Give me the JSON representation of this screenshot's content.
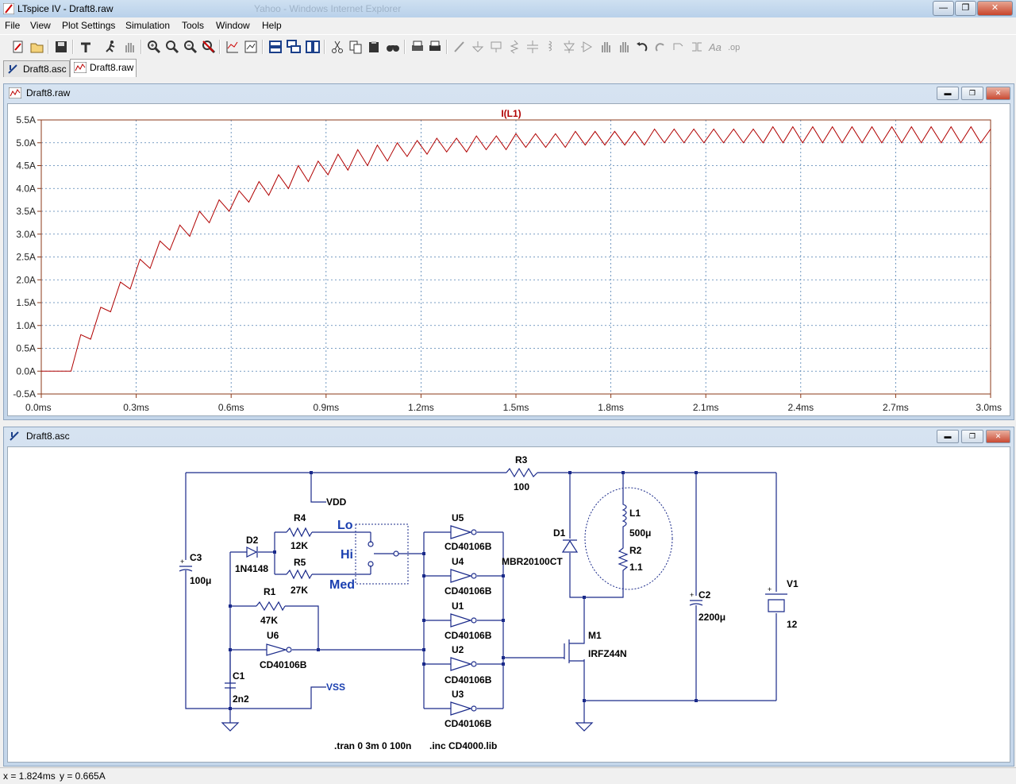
{
  "window": {
    "title": "LTspice IV - Draft8.raw",
    "ghost_title": "Yahoo - Windows Internet Explorer"
  },
  "menu": [
    "File",
    "View",
    "Plot Settings",
    "Simulation",
    "Tools",
    "Window",
    "Help"
  ],
  "toolbar_icons": [
    "new-schematic-icon",
    "open-icon",
    "save-icon",
    "control-panel-icon",
    "run-icon",
    "halt-icon",
    "zoom-in-icon",
    "zoom-out-icon",
    "zoom-area-icon",
    "zoom-cancel-icon",
    "autorange-icon",
    "plot-settings-icon",
    "tile-horizontal-icon",
    "cascade-icon",
    "tile-vertical-icon",
    "cut-icon",
    "copy-icon",
    "paste-icon",
    "find-icon",
    "print-preview-icon",
    "print-icon",
    "wire-icon",
    "ground-icon",
    "label-net-icon",
    "resistor-icon",
    "capacitor-icon",
    "inductor-icon",
    "diode-icon",
    "component-icon",
    "move-icon",
    "drag-icon",
    "undo-icon",
    "redo-icon",
    "rotate-icon",
    "mirror-icon",
    "text-icon",
    "spice-directive-icon"
  ],
  "tabs": [
    {
      "label": "Draft8.asc",
      "active": false
    },
    {
      "label": "Draft8.raw",
      "active": true
    }
  ],
  "waveform_window": {
    "title": "Draft8.raw",
    "trace_label": "I(L1)",
    "trace_color": "#b00000",
    "axis_color": "#8b3a1a",
    "grid_color": "#4f7fb0"
  },
  "chart_data": {
    "type": "line",
    "title": "",
    "series": [
      {
        "name": "I(L1)",
        "color": "#b00000"
      }
    ],
    "xlim": [
      0,
      3.0
    ],
    "ylim": [
      -0.5,
      5.5
    ],
    "x_unit": "ms",
    "y_unit": "A",
    "x_ticks": [
      "0.0ms",
      "0.3ms",
      "0.6ms",
      "0.9ms",
      "1.2ms",
      "1.5ms",
      "1.8ms",
      "2.1ms",
      "2.4ms",
      "2.7ms",
      "3.0ms"
    ],
    "y_ticks": [
      "5.5A",
      "5.0A",
      "4.5A",
      "4.0A",
      "3.5A",
      "3.0A",
      "2.5A",
      "2.0A",
      "1.5A",
      "1.0A",
      "0.5A",
      "0.0A",
      "-0.5A"
    ],
    "grid": true,
    "x": [
      0,
      0.094,
      0.125,
      0.156,
      0.188,
      0.219,
      0.25,
      0.281,
      0.312,
      0.344,
      0.375,
      0.406,
      0.438,
      0.469,
      0.5,
      0.531,
      0.562,
      0.594,
      0.625,
      0.656,
      0.688,
      0.719,
      0.75,
      0.781,
      0.812,
      0.844,
      0.875,
      0.906,
      0.938,
      0.969,
      1.0,
      1.031,
      1.062,
      1.094,
      1.125,
      1.156,
      1.188,
      1.219,
      1.25,
      1.281,
      1.312,
      1.344,
      1.375,
      1.406,
      1.438,
      1.469,
      1.5,
      1.531,
      1.562,
      1.594,
      1.625,
      1.656,
      1.688,
      1.719,
      1.75,
      1.781,
      1.812,
      1.844,
      1.875,
      1.906,
      1.938,
      1.969,
      2.0,
      2.031,
      2.062,
      2.094,
      2.125,
      2.156,
      2.188,
      2.219,
      2.25,
      2.281,
      2.312,
      2.344,
      2.375,
      2.406,
      2.438,
      2.469,
      2.5,
      2.531,
      2.562,
      2.594,
      2.625,
      2.656,
      2.688,
      2.719,
      2.75,
      2.781,
      2.812,
      2.844,
      2.875,
      2.906,
      2.938,
      2.969,
      3.0
    ],
    "y": [
      0.0,
      0.0,
      0.8,
      0.7,
      1.4,
      1.3,
      1.95,
      1.8,
      2.45,
      2.25,
      2.85,
      2.65,
      3.2,
      2.95,
      3.5,
      3.25,
      3.75,
      3.5,
      3.95,
      3.7,
      4.15,
      3.85,
      4.3,
      4.0,
      4.5,
      4.15,
      4.6,
      4.3,
      4.75,
      4.4,
      4.85,
      4.5,
      4.95,
      4.6,
      5.0,
      4.7,
      5.05,
      4.75,
      5.1,
      4.8,
      5.1,
      4.8,
      5.15,
      4.85,
      5.15,
      4.85,
      5.2,
      4.9,
      5.2,
      4.9,
      5.2,
      4.9,
      5.25,
      4.95,
      5.25,
      4.95,
      5.25,
      4.95,
      5.25,
      4.95,
      5.3,
      5.0,
      5.3,
      5.0,
      5.3,
      5.0,
      5.3,
      5.0,
      5.3,
      5.0,
      5.3,
      5.0,
      5.35,
      5.0,
      5.35,
      5.0,
      5.35,
      5.0,
      5.35,
      5.0,
      5.35,
      5.0,
      5.35,
      5.0,
      5.35,
      5.0,
      5.35,
      5.0,
      5.35,
      5.0,
      5.35,
      5.0,
      5.35,
      5.0,
      5.3
    ]
  },
  "schematic_window": {
    "title": "Draft8.asc",
    "labels": {
      "r3": "R3",
      "r3v": "100",
      "vdd": "VDD",
      "vss": "VSS",
      "r4": "R4",
      "r4v": "12K",
      "r5": "R5",
      "r5v": "27K",
      "d2": "D2",
      "d2v": "1N4148",
      "c3": "C3",
      "c3v": "100μ",
      "r1": "R1",
      "r1v": "47K",
      "u6": "U6",
      "u6v": "CD40106B",
      "c1": "C1",
      "c1v": "2n2",
      "lo": "Lo",
      "hi": "Hi",
      "med": "Med",
      "u5": "U5",
      "u4": "U4",
      "u1": "U1",
      "u2": "U2",
      "u3": "U3",
      "uv": "CD40106B",
      "d1": "D1",
      "d1v": "MBR20100CT",
      "l1": "L1",
      "l1v": "500μ",
      "r2": "R2",
      "r2v": "1.1",
      "m1": "M1",
      "m1v": "IRFZ44N",
      "c2": "C2",
      "c2v": "2200μ",
      "v1": "V1",
      "v1v": "12",
      "directive_tran": ".tran 0 3m 0 100n",
      "directive_inc": ".inc CD4000.lib"
    }
  },
  "status": {
    "x": "x = 1.824ms",
    "y": "y = 0.665A"
  }
}
